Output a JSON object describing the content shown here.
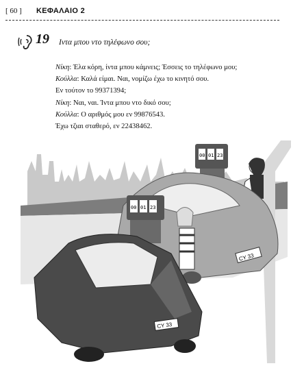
{
  "header": {
    "page_number": "[ 60 ]",
    "chapter": "ΚΕΦΑΛΑΙΟ 2"
  },
  "lesson": {
    "number": "19",
    "title": "Ιντα μπου ντο τηλέφωνο σου;",
    "icon": "ear-audio-icon"
  },
  "dialogue": [
    {
      "speaker": "Νίκη",
      "text": ": Έλα κόρη, ίντα μπου κάμνεις; Έσσεις το τηλέφωνο μου;"
    },
    {
      "speaker": "Κούλλα",
      "text": ": Καλά είμαι. Ναι, νομίζω έχω το κινητό σου."
    },
    {
      "speaker": "",
      "text": "Εν τούτον το 99371394;"
    },
    {
      "speaker": "Νίκη",
      "text": ": Ναι, ναι. Ίντα μπου ντο δικό σου;"
    },
    {
      "speaker": "Κούλλα",
      "text": ": Ο αριθμός μου εν 99876543."
    },
    {
      "speaker": "",
      "text": "Έχω τζιαι σταθερό, εν 22438462."
    }
  ],
  "illustration": {
    "plate_front": "CY 33",
    "plate_back": "CY 33",
    "pump_digits_back": [
      "00",
      "01",
      "23"
    ],
    "pump_digits_front": [
      "00",
      "01",
      "23"
    ]
  }
}
